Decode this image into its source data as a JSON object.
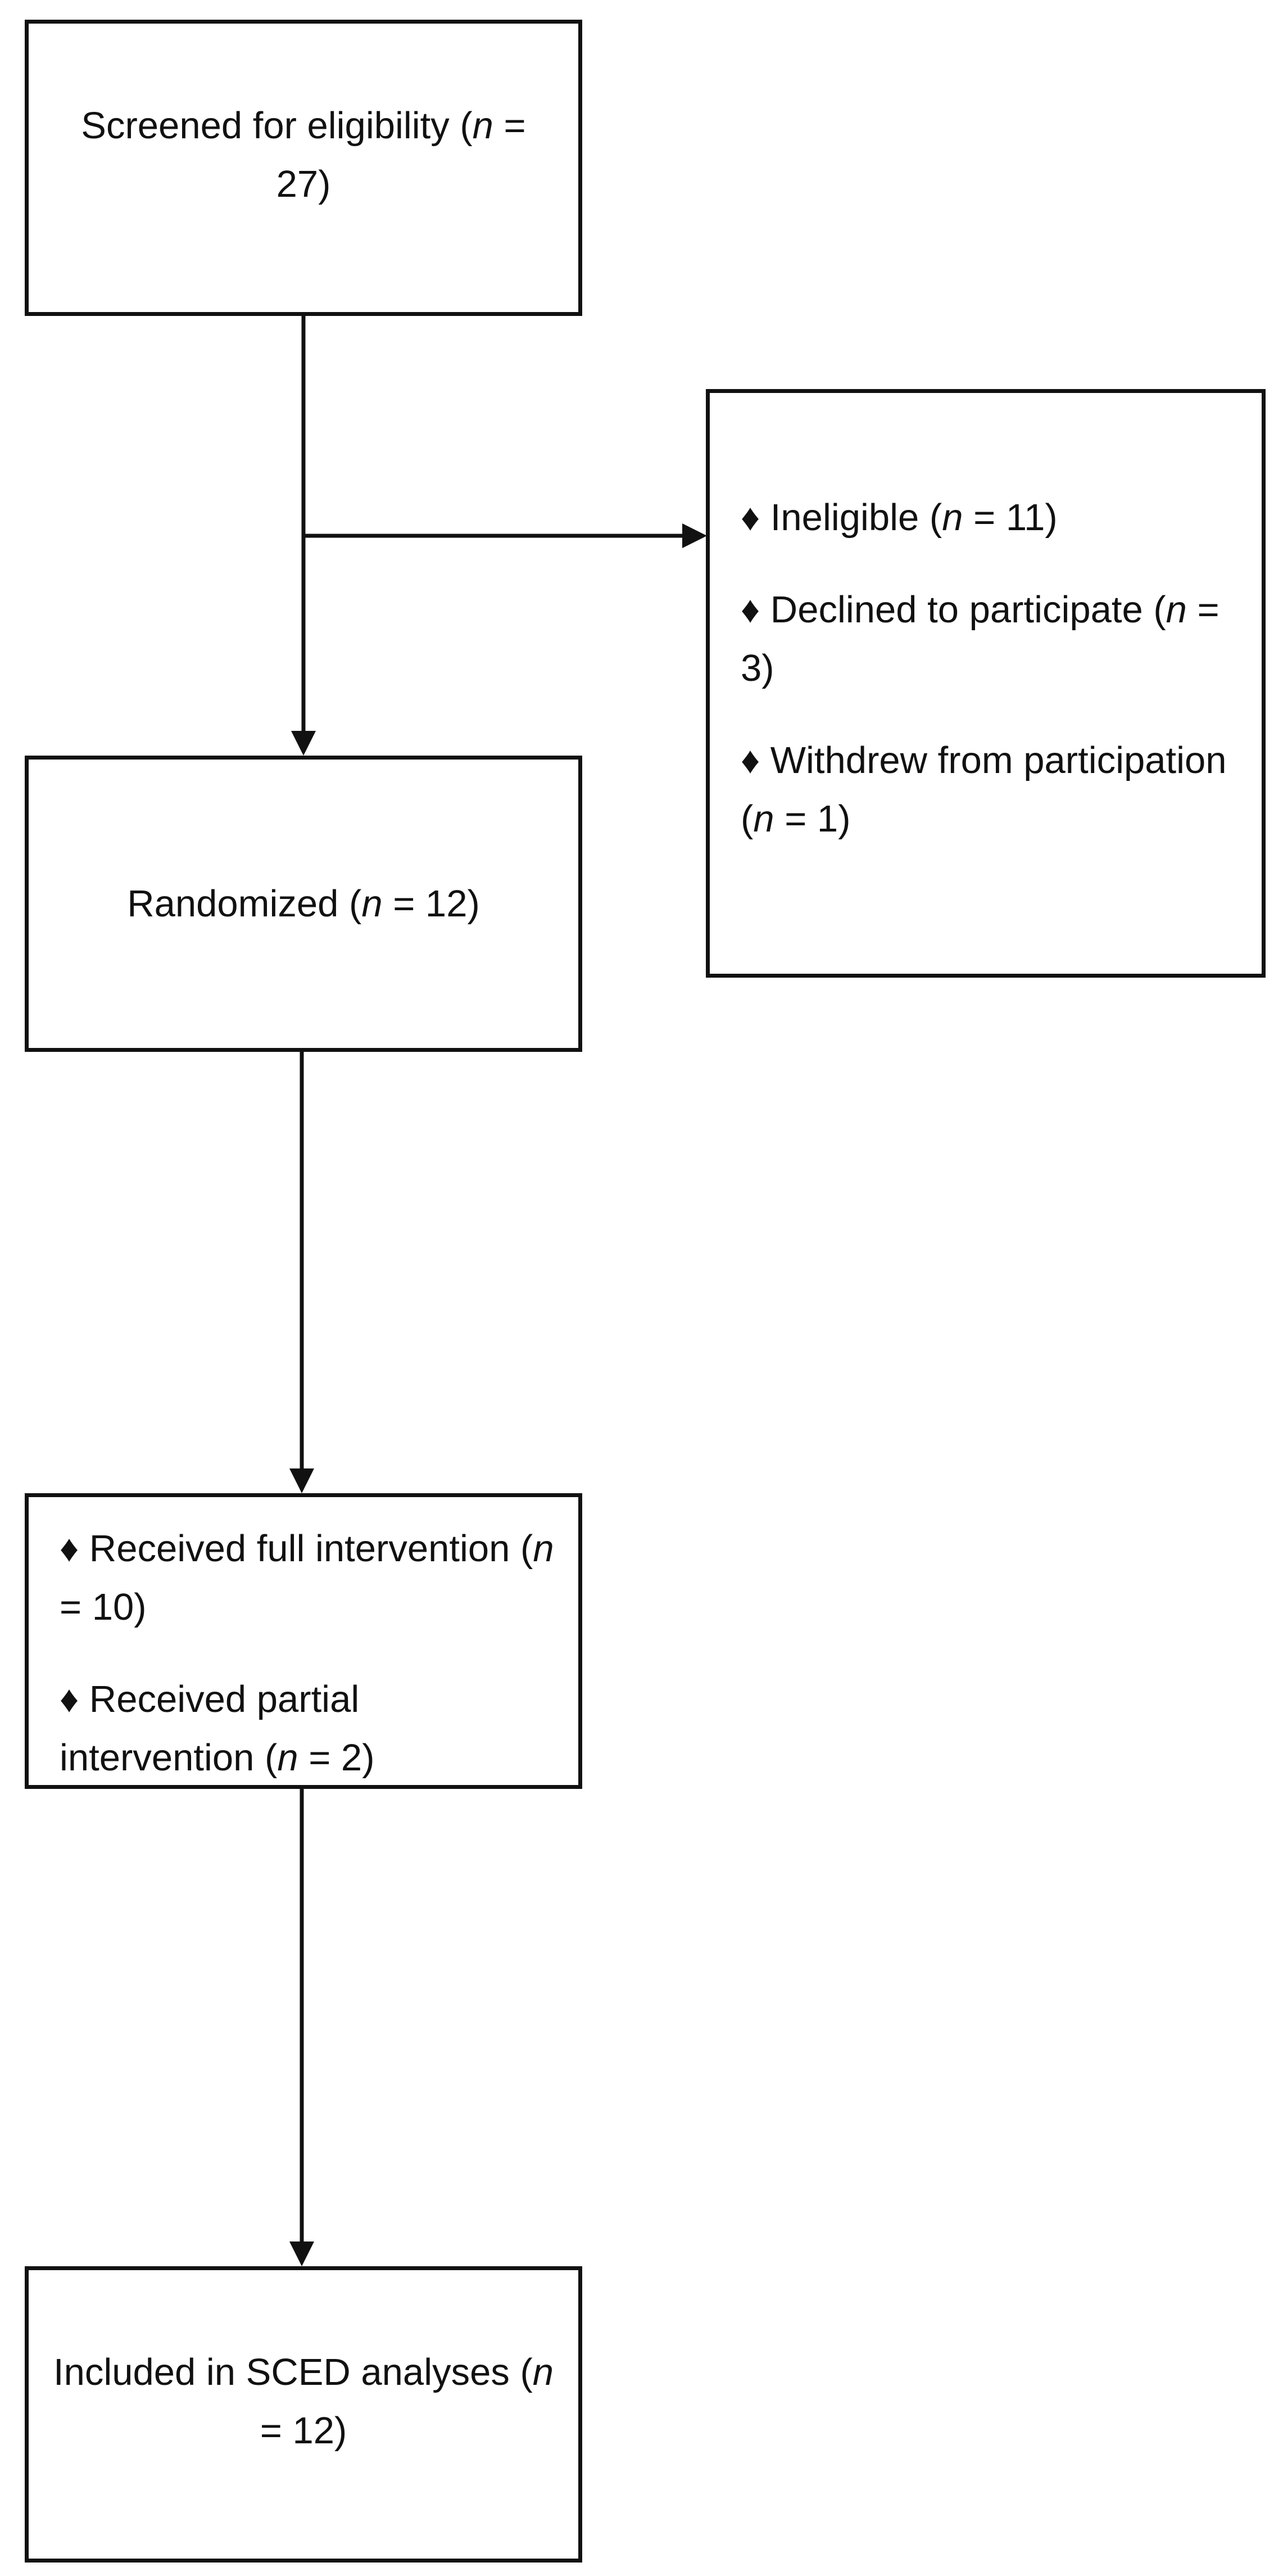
{
  "flowchart": {
    "screened": {
      "text_pre": "Screened for eligibility (",
      "n_symbol": "n",
      "text_post": " = 27)"
    },
    "excluded": {
      "bullet": "♦",
      "items": [
        {
          "text_pre": " Ineligible (",
          "n_symbol": "n",
          "text_post": " = 11)"
        },
        {
          "text_pre": " Declined to participate (",
          "n_symbol": "n",
          "text_post": " = 3)"
        },
        {
          "text_pre": " Withdrew from participation (",
          "n_symbol": "n",
          "text_post": " = 1)"
        }
      ]
    },
    "randomized": {
      "text_pre": "Randomized (",
      "n_symbol": "n",
      "text_post": " = 12)"
    },
    "intervention": {
      "bullet": "♦",
      "items": [
        {
          "text_pre": " Received full intervention (",
          "n_symbol": "n",
          "text_post": " = 10)"
        },
        {
          "text_pre": " Received partial intervention (",
          "n_symbol": "n",
          "text_post": " = 2)"
        }
      ]
    },
    "included": {
      "text_pre": "Included in SCED analyses (",
      "n_symbol": "n",
      "text_post": " = 12)"
    }
  }
}
